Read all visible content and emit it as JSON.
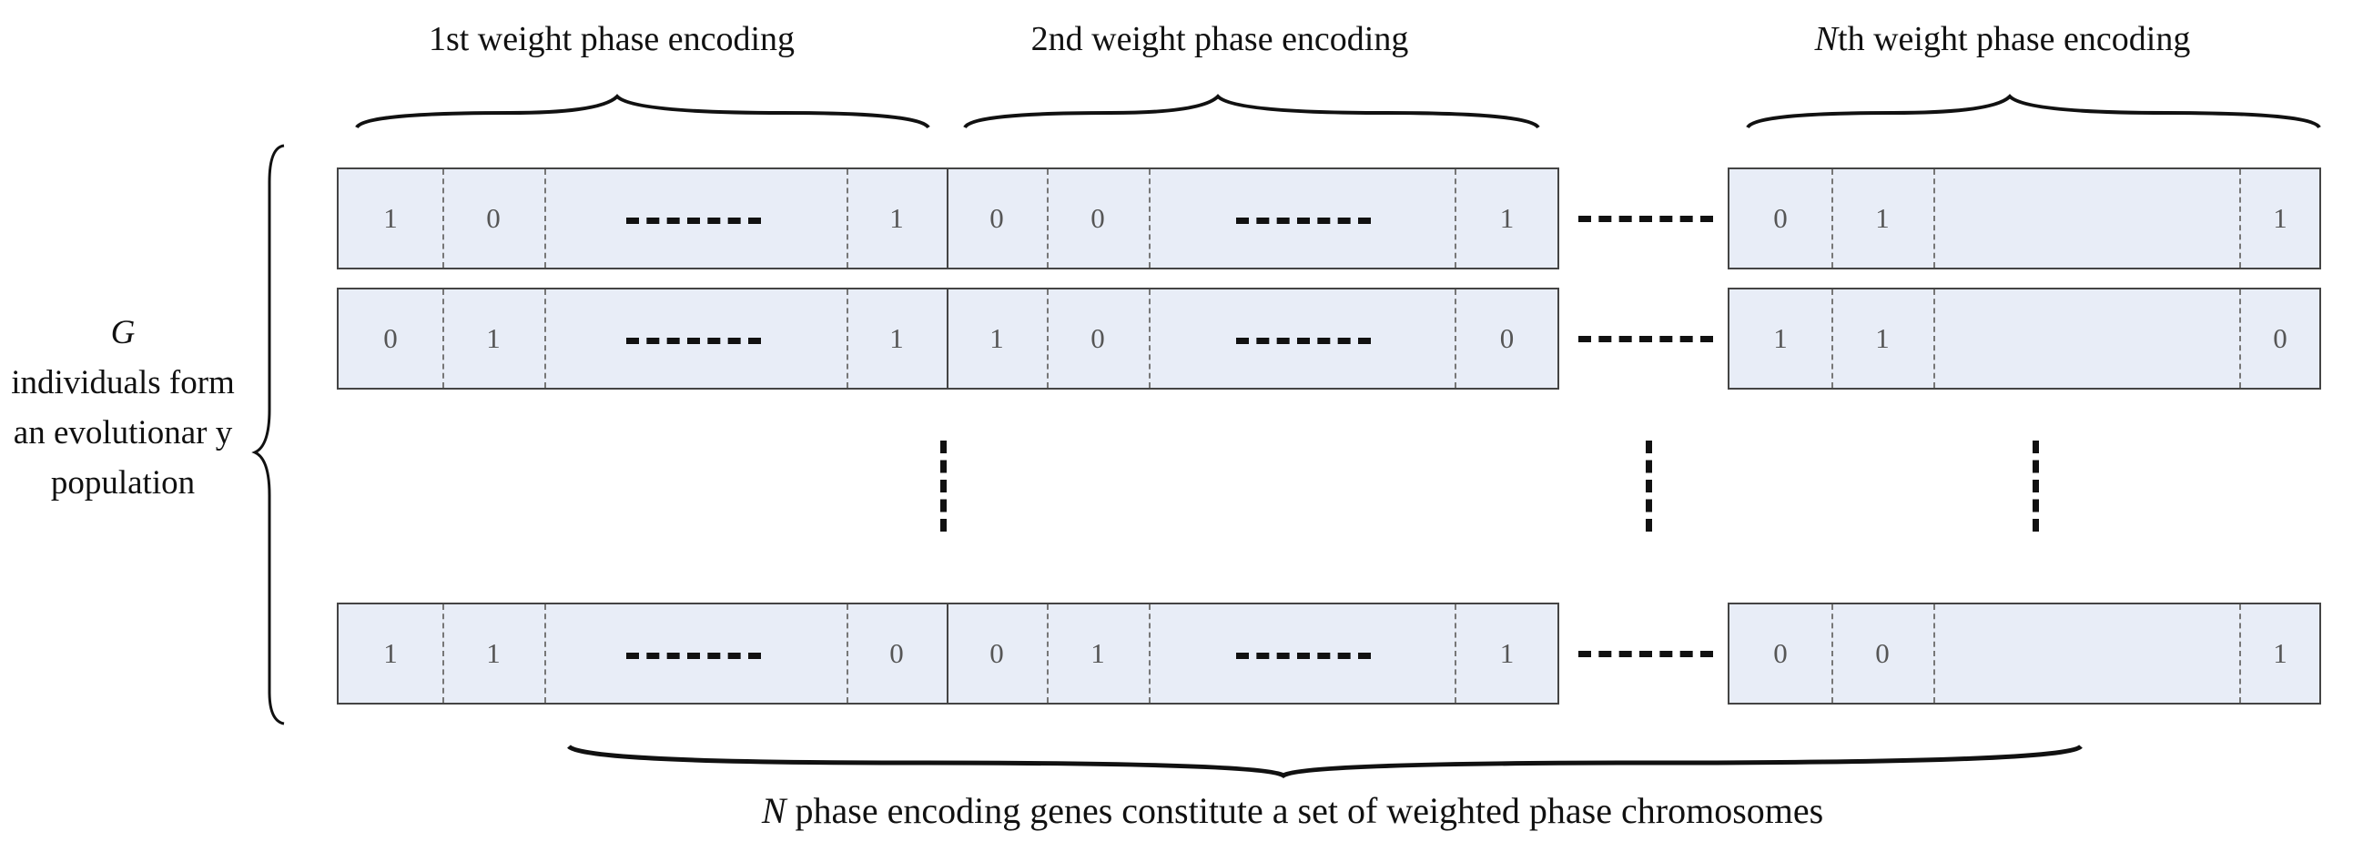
{
  "header_labels": [
    {
      "prefix": "",
      "em": "",
      "text": "1st weight phase encoding"
    },
    {
      "prefix": "",
      "em": "",
      "text": "2nd weight phase encoding"
    },
    {
      "prefix": "",
      "em": "N",
      "text": "th weight phase encoding"
    }
  ],
  "side_label": {
    "em": "G",
    "text": "individuals form an evolutionar y population"
  },
  "footer_label": {
    "em": "N",
    "text": " phase encoding genes constitute a set of weighted phase chromosomes"
  },
  "rows": [
    {
      "seg1": [
        "1",
        "0",
        "1"
      ],
      "seg2": [
        "0",
        "0",
        "1"
      ],
      "segN": [
        "0",
        "1",
        "1"
      ]
    },
    {
      "seg1": [
        "0",
        "1",
        "1"
      ],
      "seg2": [
        "1",
        "0",
        "0"
      ],
      "segN": [
        "1",
        "1",
        "0"
      ]
    },
    {
      "seg1": [
        "1",
        "1",
        "0"
      ],
      "seg2": [
        "0",
        "1",
        "1"
      ],
      "segN": [
        "0",
        "0",
        "1"
      ]
    }
  ],
  "colors": {
    "cell_fill": "#e8edf7",
    "border": "#444444",
    "text": "#111111"
  }
}
